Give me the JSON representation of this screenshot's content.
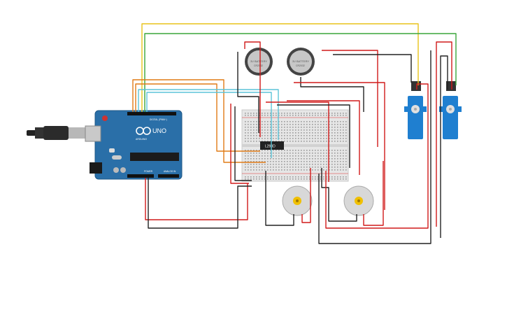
{
  "arduino": {
    "logo_text": "UNO",
    "brand_text": "ARDUINO",
    "digital_label": "DIGITAL (PWM~)",
    "power_label": "POWER",
    "analog_label": "ANALOG IN"
  },
  "battery_1": {
    "label": "3V BATTERY",
    "sub": "CR2032"
  },
  "battery_2": {
    "label": "3V BATTERY",
    "sub": "CR2032"
  },
  "driver_chip": {
    "label": "L293D"
  },
  "colors": {
    "wire_red": "#d11a1a",
    "wire_black": "#222222",
    "wire_yellow": "#e8c31a",
    "wire_green": "#3aa63a",
    "wire_orange": "#e07b17",
    "wire_cyan": "#5bc4d8",
    "board_blue": "#2a6fa8",
    "servo_blue": "#1f7fd0"
  },
  "icons": [
    "usb-plug-icon",
    "servo-icon",
    "dc-motor-icon",
    "coin-cell-icon"
  ]
}
